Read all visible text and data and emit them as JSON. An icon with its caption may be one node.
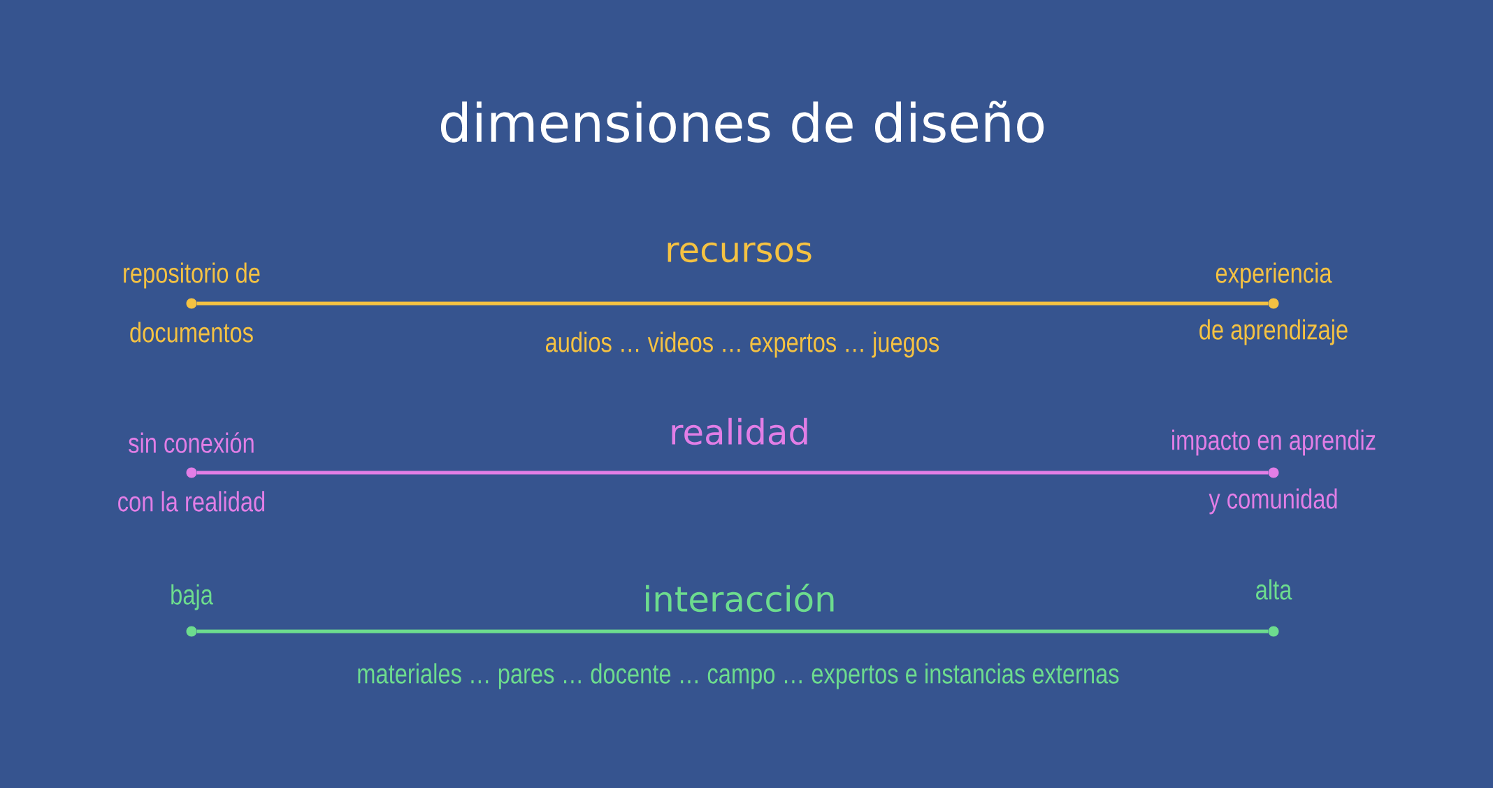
{
  "diagram": {
    "title": "dimensiones de diseño",
    "nodes": [
      {
        "text": [],
        "shape": "circle",
        "beside": [
          "repositorio de",
          "documentos"
        ]
      },
      {
        "text": [],
        "shape": "circle",
        "beside": [
          "experiencia",
          "de aprendizaje"
        ]
      },
      {
        "text": [],
        "shape": "circle",
        "beside": [
          "sin conexión",
          "con la realidad"
        ]
      },
      {
        "text": [],
        "shape": "circle",
        "beside": [
          "impacto en aprendiz",
          "y comunidad"
        ]
      },
      {
        "text": [],
        "shape": "circle",
        "beside": [
          "baja"
        ]
      },
      {
        "text": [],
        "shape": "circle",
        "beside": [
          "alta"
        ]
      }
    ],
    "edges": [
      {
        "from": 0,
        "to": 1,
        "arrow": "none",
        "color": "#f5c242"
      },
      {
        "from": 2,
        "to": 3,
        "arrow": "none",
        "color": "#e27ee6"
      },
      {
        "from": 4,
        "to": 5,
        "arrow": "none",
        "color": "#6ddc8e"
      }
    ],
    "labels": [
      "recursos",
      "audios … videos … expertos … juegos",
      "realidad",
      "interacción",
      "materiales … pares … docente … campo … expertos e instancias externas"
    ]
  }
}
